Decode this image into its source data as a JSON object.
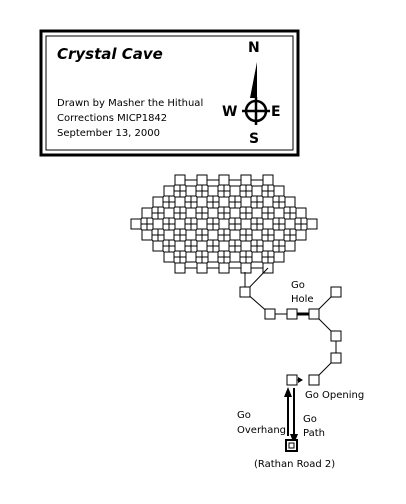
{
  "legend": {
    "title": "Crystal Cave",
    "drawn_by": "Drawn by Masher the Hithual",
    "corrections": "Corrections MICP1842",
    "date": "September 13, 2000"
  },
  "compass": {
    "north": "N",
    "south": "S",
    "east": "E",
    "west": "W"
  },
  "exits": {
    "go_hole_1": "Go",
    "go_hole_2": "Hole",
    "go_opening": "Go Opening",
    "go_overhang_1": "Go",
    "go_overhang_2": "Overhang",
    "go_path_1": "Go",
    "go_path_2": "Path",
    "destination": "(Rathan Road 2)"
  }
}
